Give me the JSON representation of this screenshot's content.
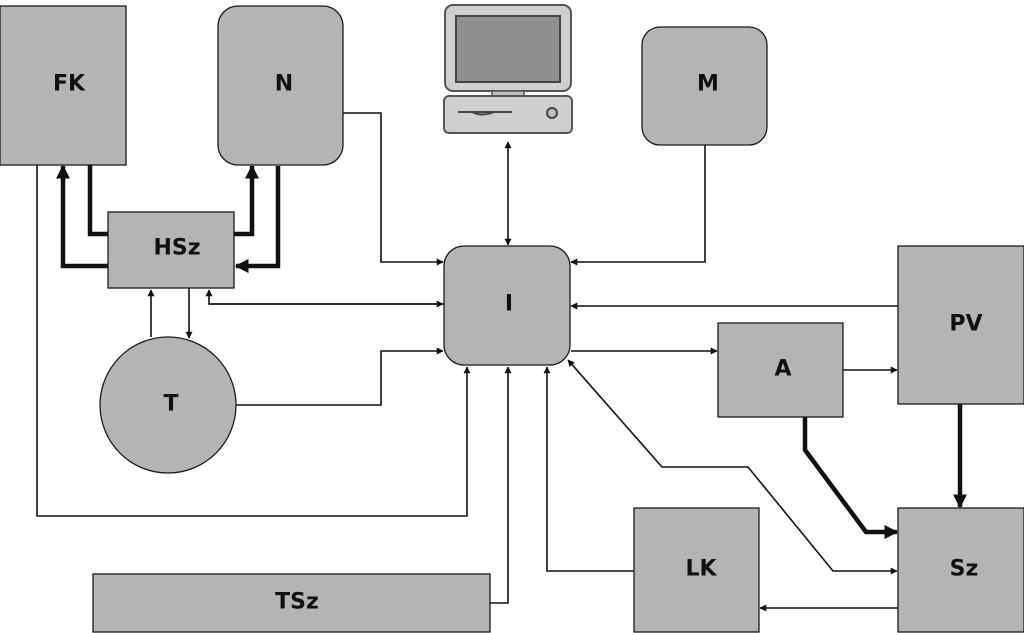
{
  "nodes": {
    "fk": "FK",
    "n": "N",
    "m": "M",
    "hsz": "HSz",
    "i": "I",
    "pv": "PV",
    "a": "A",
    "t": "T",
    "lk": "LK",
    "sz": "Sz",
    "tsz": "TSz"
  },
  "icons": {
    "computer": "computer-icon"
  },
  "colors": {
    "node_fill": "#b4b4b4",
    "stroke": "#111111",
    "background": "#ffffff"
  }
}
